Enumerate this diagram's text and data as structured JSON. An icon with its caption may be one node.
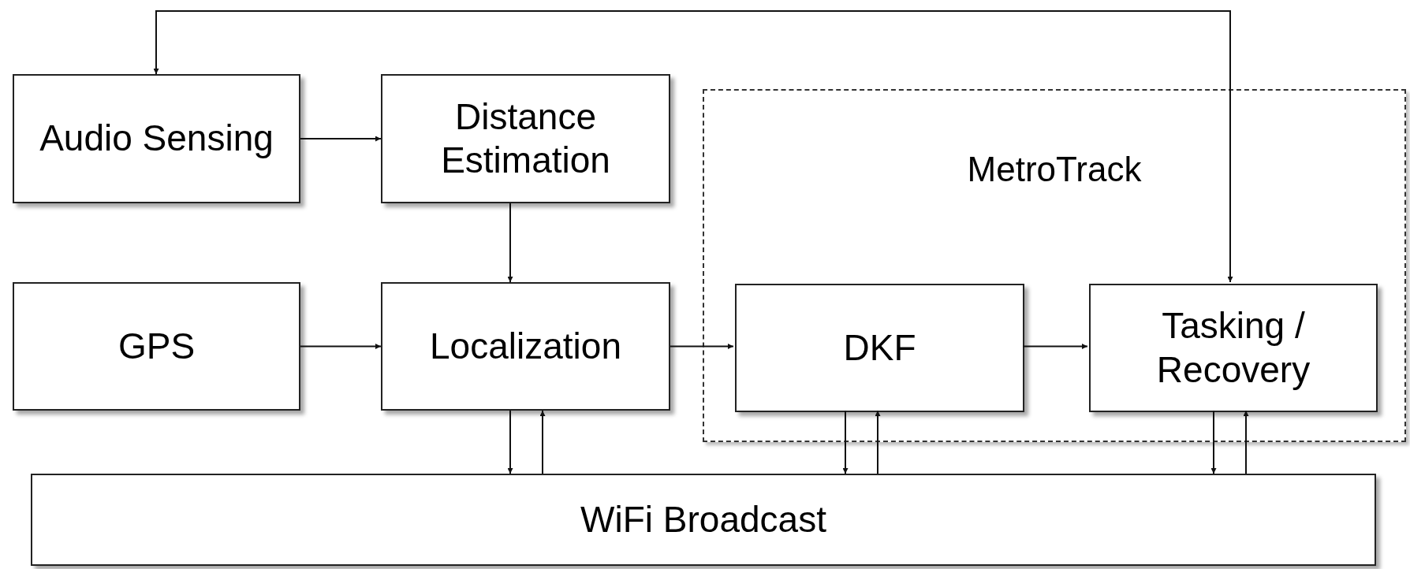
{
  "diagram": {
    "nodes": [
      {
        "text": [
          "Audio Sensing"
        ]
      },
      {
        "text": [
          "Distance Estimation"
        ]
      },
      {
        "text": [
          "MetroTrack"
        ]
      },
      {
        "text": [
          "GPS"
        ]
      },
      {
        "text": [
          "Localization"
        ]
      },
      {
        "text": [
          "DKF"
        ],
        "in": 2
      },
      {
        "text": [
          "Tasking / Recovery"
        ],
        "in": 2
      },
      {
        "text": [
          "WiFi Broadcast"
        ]
      }
    ],
    "edges": [
      {
        "from": 0,
        "to": 1,
        "arrow": "to"
      },
      {
        "from": 1,
        "to": 4,
        "arrow": "to"
      },
      {
        "from": 3,
        "to": 4,
        "arrow": "to"
      },
      {
        "from": 4,
        "to": 5,
        "arrow": "to"
      },
      {
        "from": 5,
        "to": 6,
        "arrow": "to"
      },
      {
        "from": 6,
        "to": 0,
        "arrow": "both"
      },
      {
        "from": 4,
        "to": 7,
        "arrow": "to"
      },
      {
        "from": 7,
        "to": 4,
        "arrow": "to"
      },
      {
        "from": 5,
        "to": 7,
        "arrow": "to"
      },
      {
        "from": 7,
        "to": 5,
        "arrow": "to"
      },
      {
        "from": 6,
        "to": 7,
        "arrow": "to"
      },
      {
        "from": 7,
        "to": 6,
        "arrow": "to"
      }
    ]
  }
}
